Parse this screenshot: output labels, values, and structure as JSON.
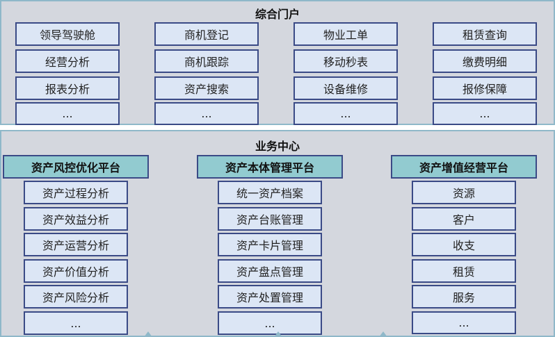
{
  "portal": {
    "title": "综合门户",
    "columns": [
      [
        "领导驾驶舱",
        "经营分析",
        "报表分析",
        "..."
      ],
      [
        "商机登记",
        "商机跟踪",
        "资产搜索",
        "..."
      ],
      [
        "物业工单",
        "移动秒表",
        "设备维修",
        "..."
      ],
      [
        "租赁查询",
        "缴费明细",
        "报修保障",
        "..."
      ]
    ]
  },
  "business": {
    "title": "业务中心",
    "platforms": [
      {
        "name": "资产风控优化平台",
        "items": [
          "资产过程分析",
          "资产效益分析",
          "资产运营分析",
          "资产价值分析",
          "资产风险分析",
          "..."
        ]
      },
      {
        "name": "资产本体管理平台",
        "items": [
          "统一资产档案",
          "资产台账管理",
          "资产卡片管理",
          "资产盘点管理",
          "资产处置管理",
          "..."
        ]
      },
      {
        "name": "资产增值经营平台",
        "items": [
          "资源",
          "客户",
          "收支",
          "租赁",
          "服务",
          "..."
        ]
      }
    ]
  },
  "colors": {
    "section_bg": "#d4d7de",
    "section_border": "#8fb8c9",
    "box_bg": "#dce6f5",
    "box_border": "#3a4a86",
    "platform_bg": "#92cbd0"
  }
}
